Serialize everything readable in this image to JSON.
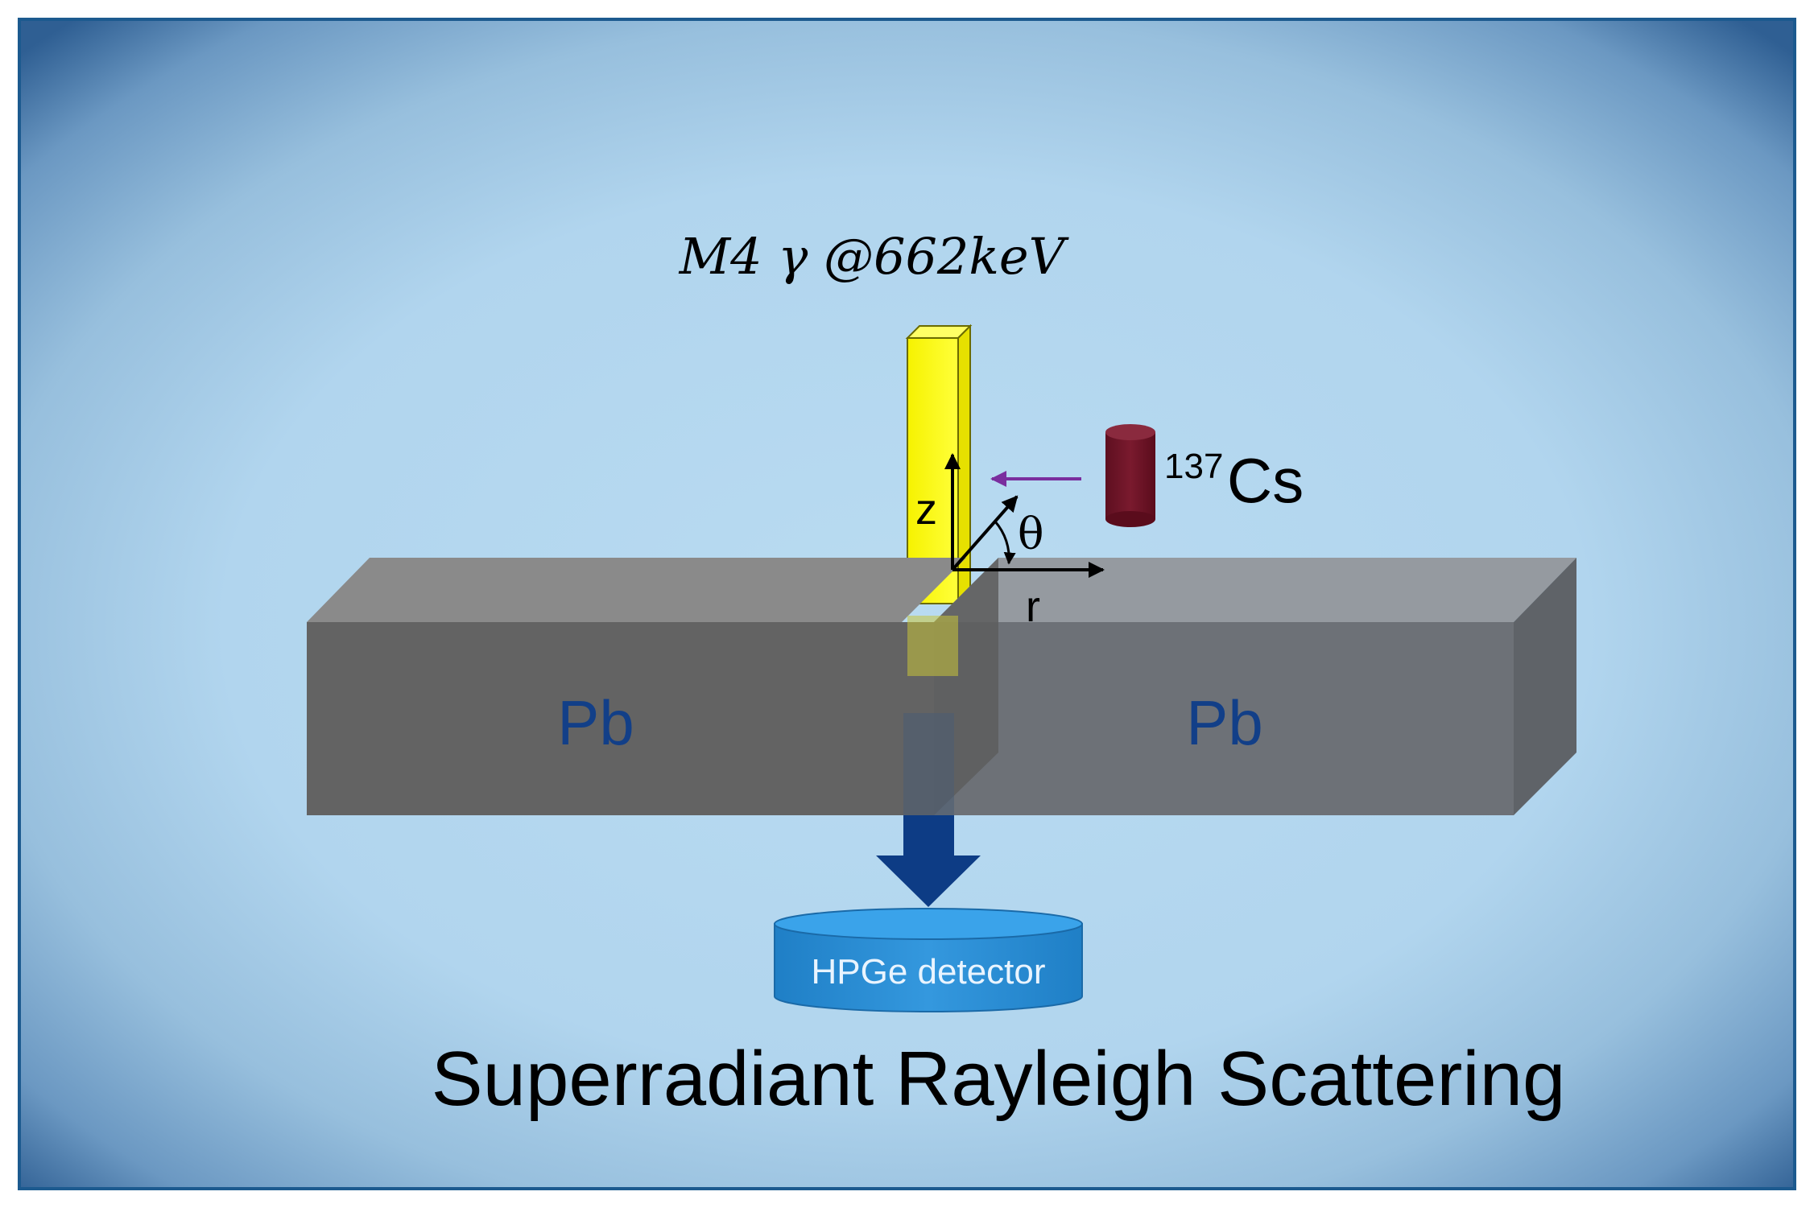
{
  "title_formula": "M4 γ @662keV",
  "source": {
    "isotope_mass": "137",
    "isotope_symbol": "Cs"
  },
  "axes": {
    "z_label": "z",
    "r_label": "r",
    "angle_label": "θ"
  },
  "blocks": {
    "left_label": "Pb",
    "right_label": "Pb"
  },
  "detector_label": "HPGe detector",
  "caption": "Superradiant Rayleigh Scattering",
  "colors": {
    "frame": "#1c5a8f",
    "background_center": "#b6d8ef",
    "lead_front": "#636363",
    "lead_top": "#8a8a8a",
    "sample": "#ffff00",
    "source": "#6e1427",
    "beam_arrow": "#7a2e9e",
    "down_arrow": "#0d3c85",
    "detector": "#2e8fd6",
    "pb_text": "#123f88"
  }
}
